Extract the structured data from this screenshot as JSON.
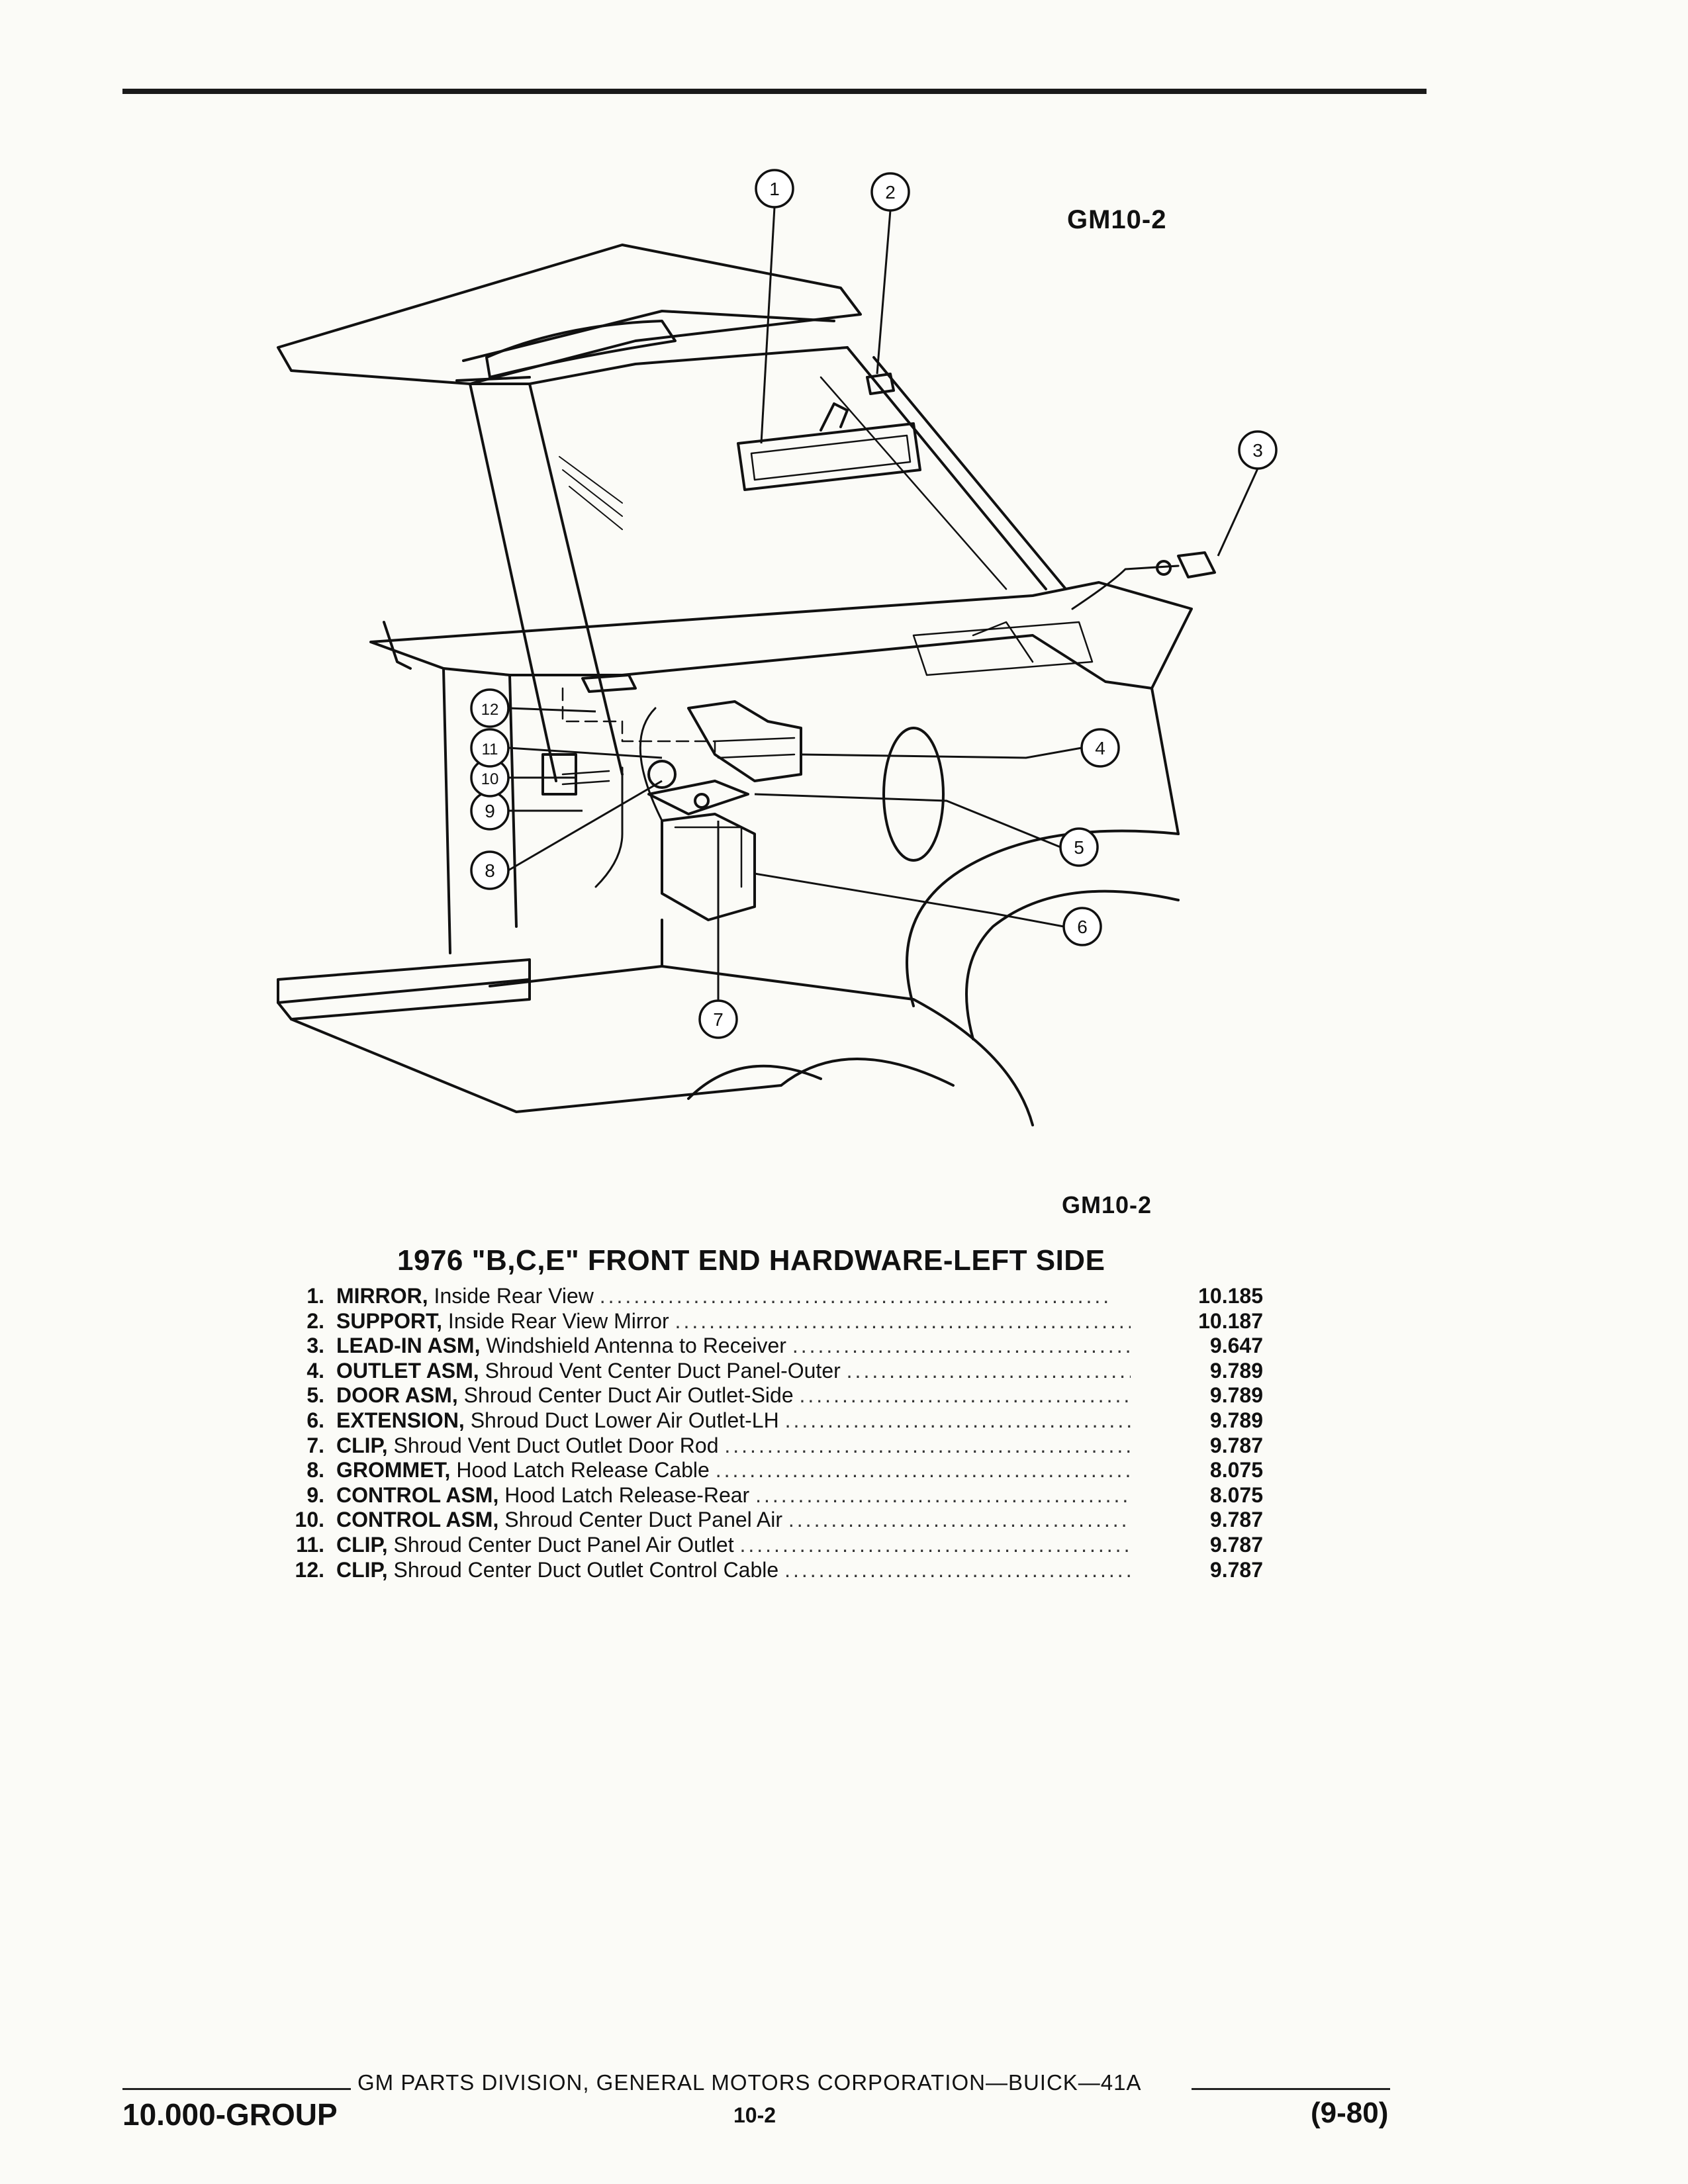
{
  "figure": {
    "id_top": "GM10-2",
    "id_bottom": "GM10-2"
  },
  "callouts": [
    "1",
    "2",
    "3",
    "4",
    "5",
    "6",
    "7",
    "8",
    "9",
    "10",
    "11",
    "12"
  ],
  "title": "1976 \"B,C,E\" FRONT END HARDWARE-LEFT SIDE",
  "parts": [
    {
      "num": "1.",
      "name": "MIRROR,",
      "desc": "Inside Rear View",
      "ref": "10.185"
    },
    {
      "num": "2.",
      "name": "SUPPORT,",
      "desc": "Inside Rear View Mirror",
      "ref": "10.187"
    },
    {
      "num": "3.",
      "name": "LEAD-IN ASM,",
      "desc": "Windshield Antenna to Receiver",
      "ref": "9.647"
    },
    {
      "num": "4.",
      "name": "OUTLET ASM,",
      "desc": "Shroud Vent Center Duct Panel-Outer",
      "ref": "9.789"
    },
    {
      "num": "5.",
      "name": "DOOR ASM,",
      "desc": "Shroud Center Duct Air Outlet-Side",
      "ref": "9.789"
    },
    {
      "num": "6.",
      "name": "EXTENSION,",
      "desc": "Shroud Duct Lower Air Outlet-LH",
      "ref": "9.789"
    },
    {
      "num": "7.",
      "name": "CLIP,",
      "desc": "Shroud Vent Duct Outlet Door Rod",
      "ref": "9.787"
    },
    {
      "num": "8.",
      "name": "GROMMET,",
      "desc": "Hood Latch Release Cable",
      "ref": "8.075"
    },
    {
      "num": "9.",
      "name": "CONTROL ASM,",
      "desc": "Hood Latch Release-Rear",
      "ref": "8.075"
    },
    {
      "num": "10.",
      "name": "CONTROL ASM,",
      "desc": "Shroud Center Duct Panel Air",
      "ref": "9.787"
    },
    {
      "num": "11.",
      "name": "CLIP,",
      "desc": "Shroud Center Duct Panel Air Outlet",
      "ref": "9.787"
    },
    {
      "num": "12.",
      "name": "CLIP,",
      "desc": "Shroud Center Duct Outlet Control Cable",
      "ref": "9.787"
    }
  ],
  "footer": {
    "text": "GM PARTS DIVISION, GENERAL MOTORS CORPORATION—BUICK—41A",
    "group": "10.000-GROUP",
    "page": "10-2",
    "date_code": "(9-80)"
  }
}
